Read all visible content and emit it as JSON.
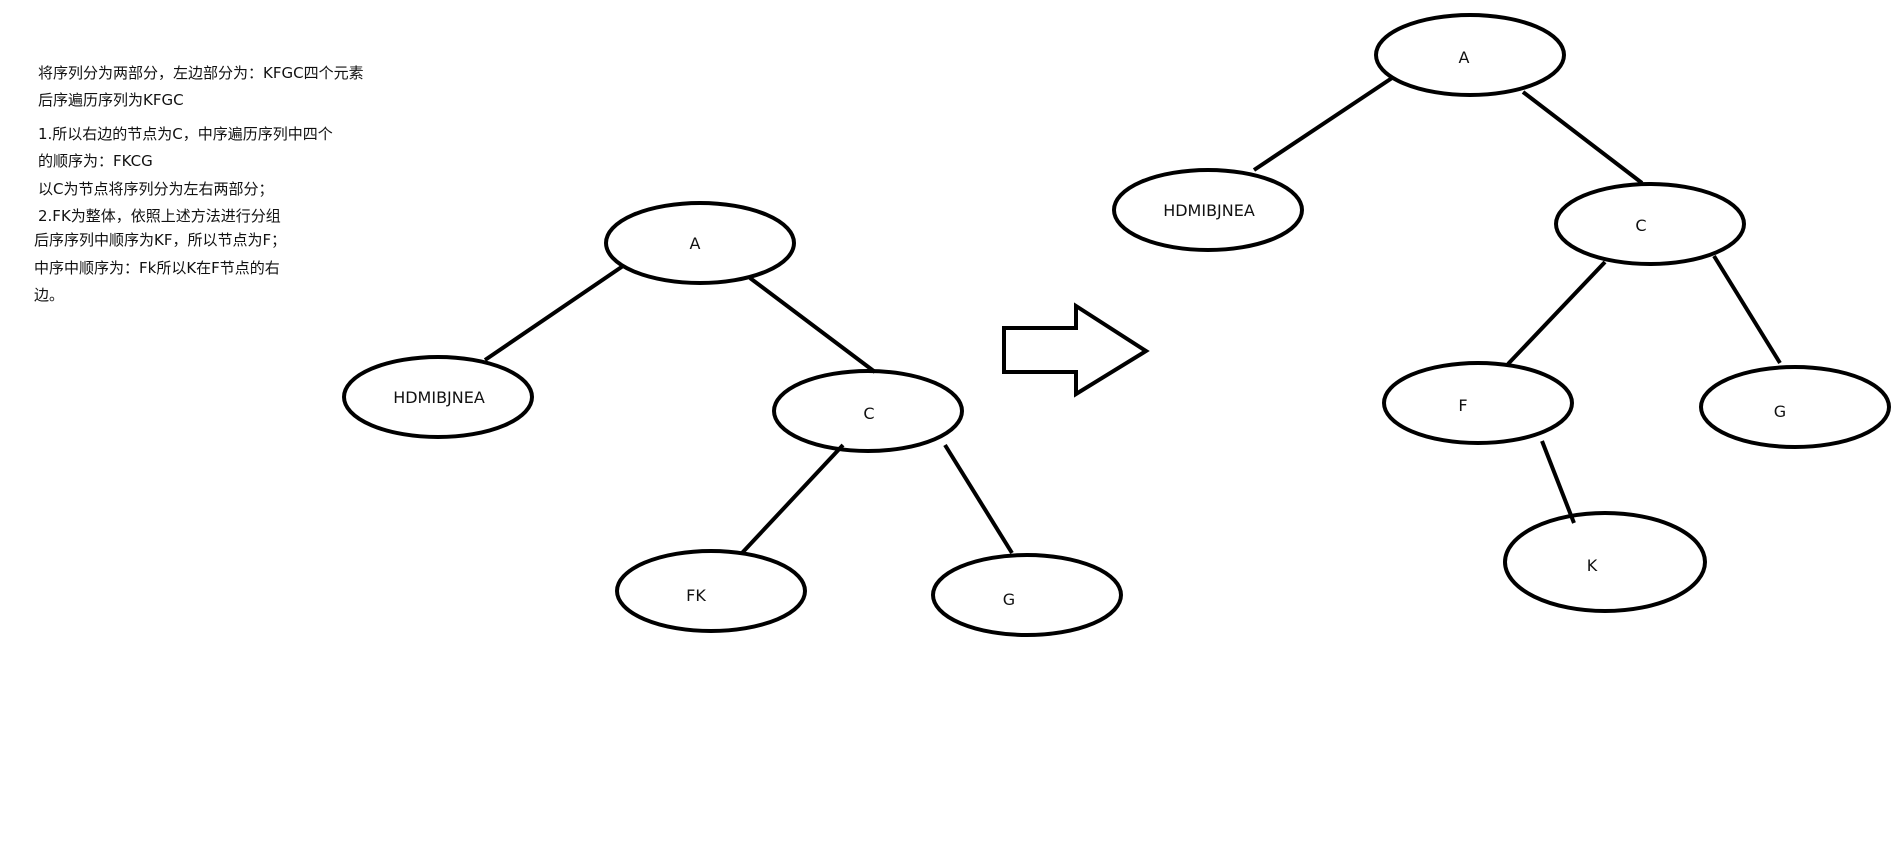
{
  "notes": [
    "将序列分为两部分，左边部分为：KFGC四个元素",
    "后序遍历序列为KFGC",
    "1.所以右边的节点为C，中序遍历序列中四个",
    "的顺序为：FKCG",
    "以C为节点将序列分为左右两部分；",
    "2.FK为整体，依照上述方法进行分组",
    "后序序列中顺序为KF，所以节点为F；",
    "中序中顺序为：Fk所以K在F节点的右",
    "边。"
  ],
  "tree_before": {
    "root": "A",
    "left": "HDMIBJNEA",
    "right": "C",
    "right_left": "FK",
    "right_right": "G"
  },
  "tree_after": {
    "root": "A",
    "left": "HDMIBJNEA",
    "right": "C",
    "right_left": "F",
    "right_right": "G",
    "f_right": "K"
  },
  "colors": {
    "stroke": "#000000",
    "background": "#ffffff"
  }
}
